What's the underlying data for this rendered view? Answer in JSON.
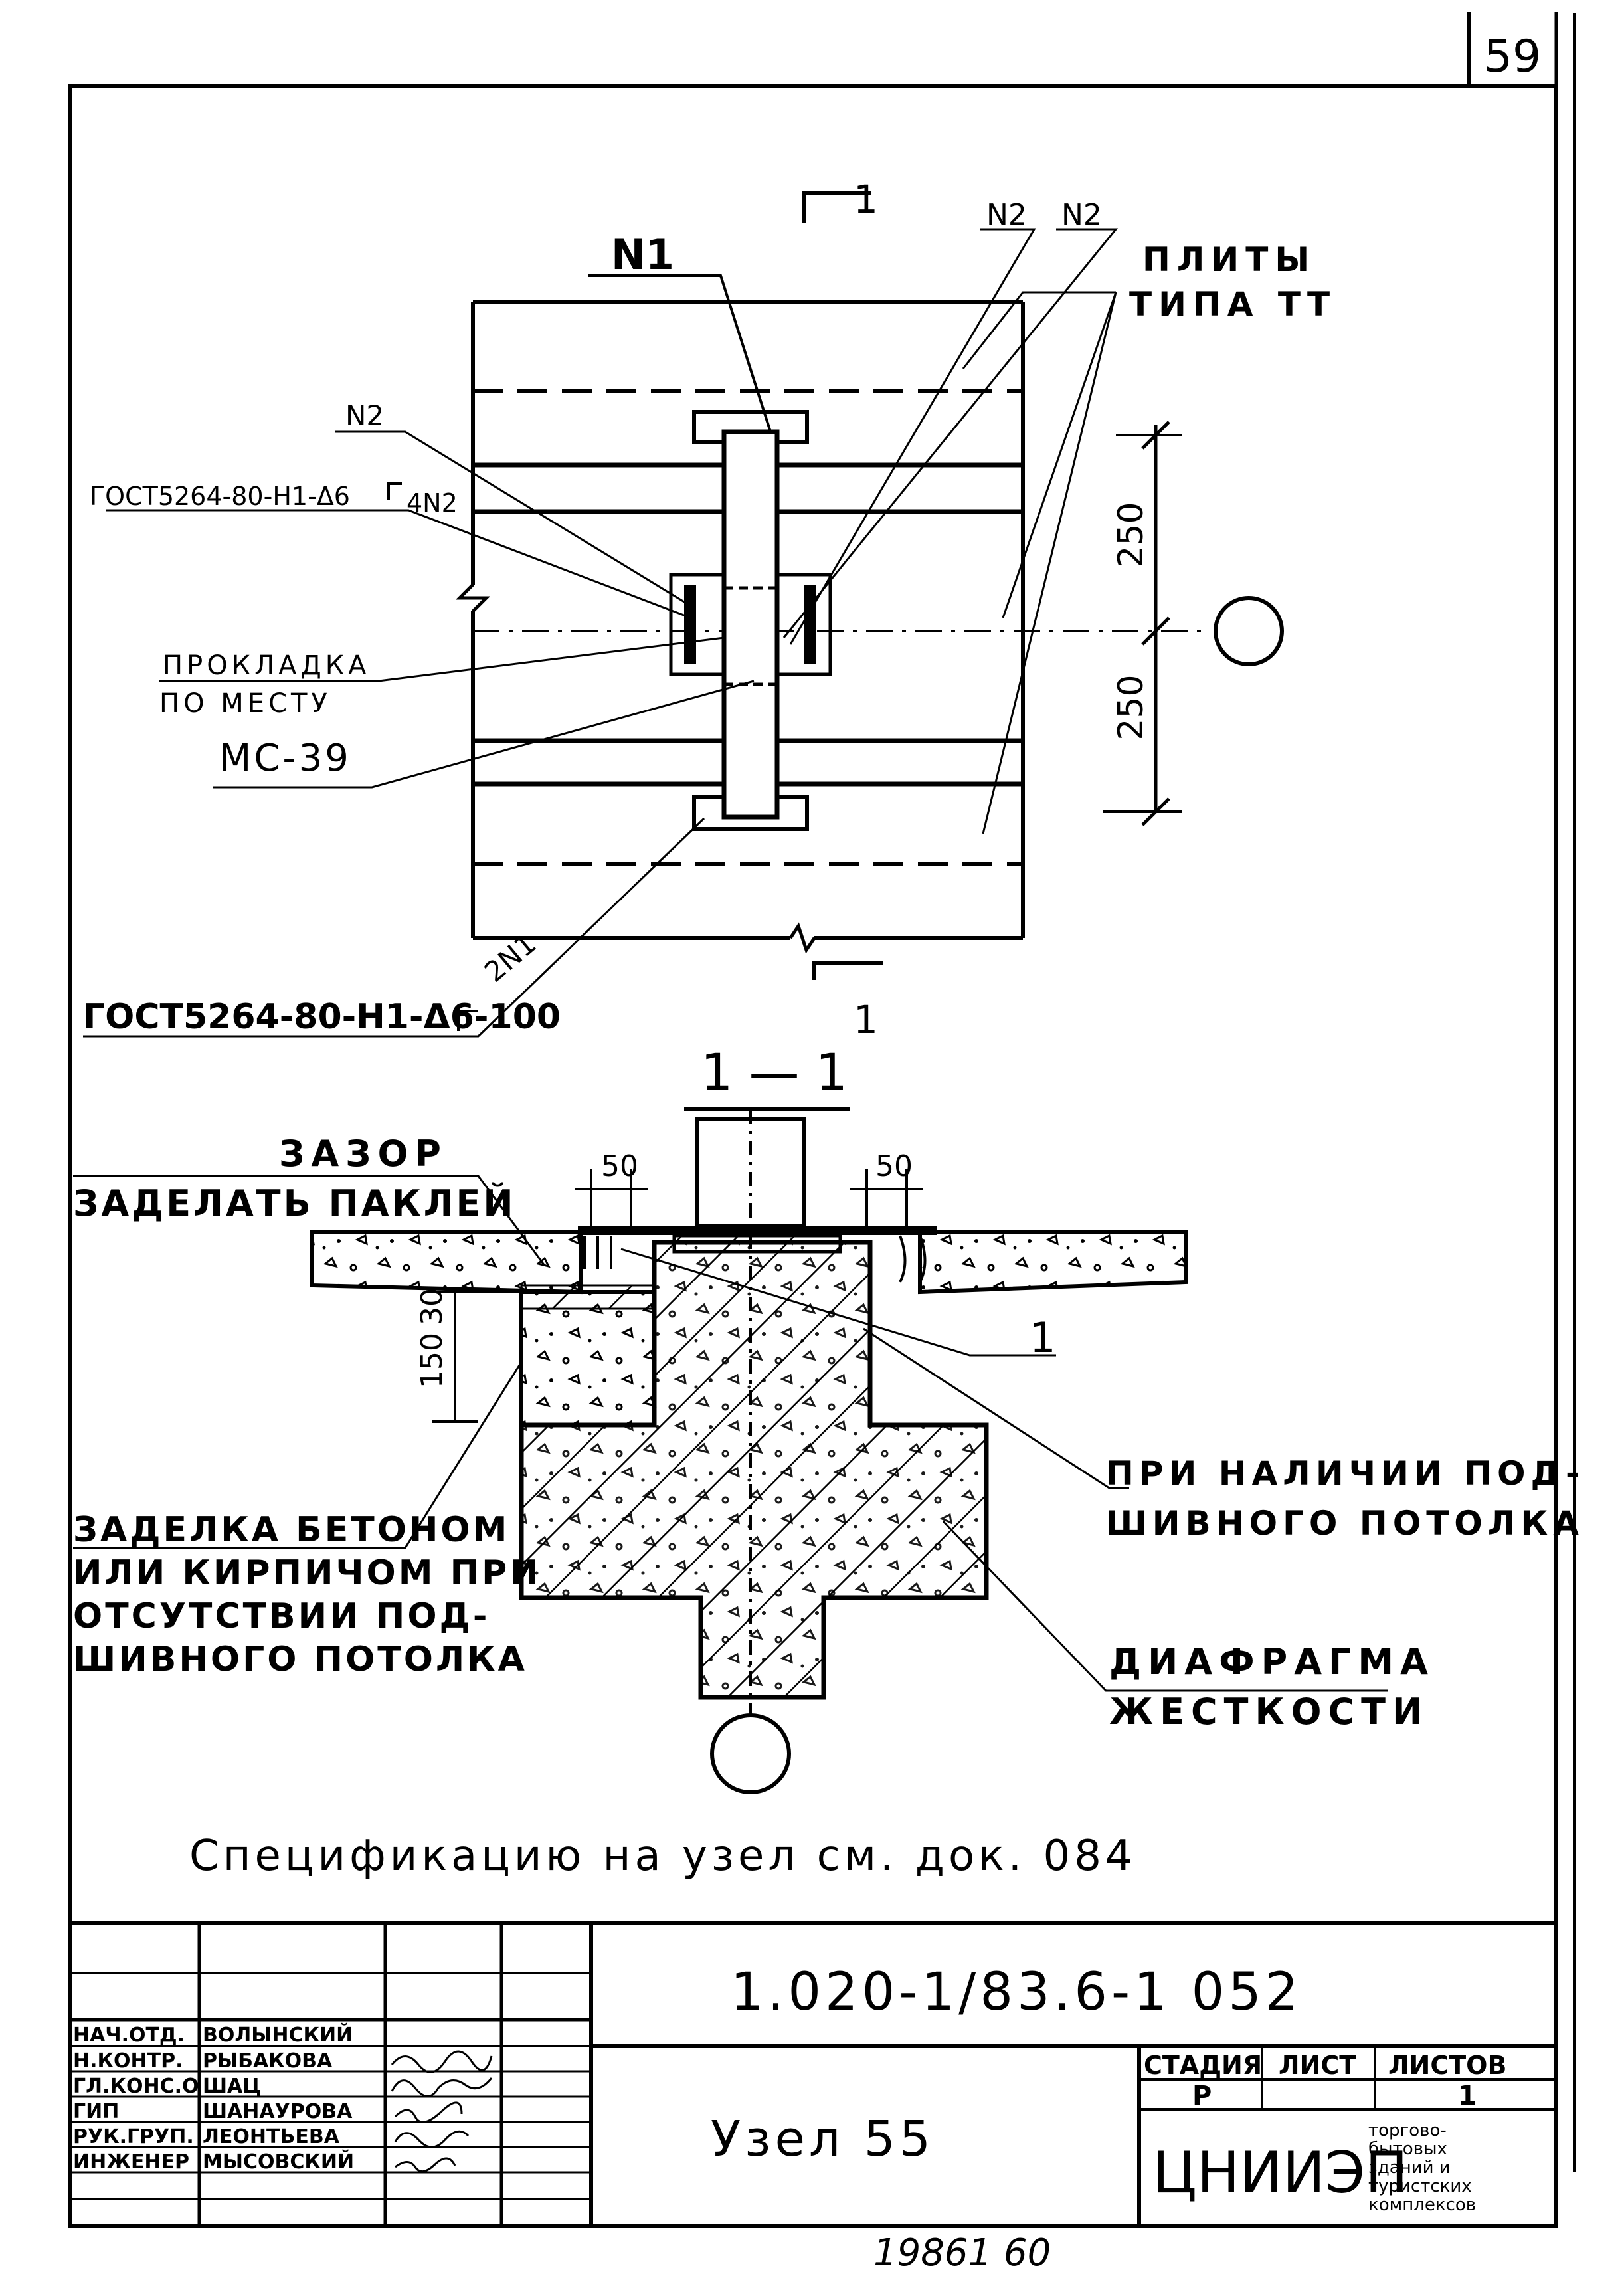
{
  "sheet": {
    "page_number": "59",
    "footer_number": "19861   60"
  },
  "plan": {
    "label_n1": "N1",
    "label_n2_a": "N2",
    "label_n2_b": "N2",
    "label_n2_left": "N2",
    "label_slabs_1": "ПЛИТЫ",
    "label_slabs_2": "ТИПА ТТ",
    "label_gost_top": "ГОСТ5264-80-Н1-Δ6",
    "label_gost_top_tag": "4N2",
    "label_pad_1": "ПРОКЛАДКА",
    "label_pad_2": "ПО МЕСТУ",
    "label_mc": "МС-39",
    "label_gost_bottom": "ГОСТ5264-80-Н1-Δ6-100",
    "label_gost_bottom_tag": "2N1",
    "section_mark_top": "1",
    "section_mark_bottom": "1",
    "dim_upper": "250",
    "dim_lower": "250"
  },
  "section": {
    "title": "1 — 1",
    "label_gap_1": "ЗАЗОР",
    "label_gap_2": "ЗАДЕЛАТЬ ПАКЛЕЙ",
    "dim_left_50": "50",
    "dim_right_50": "50",
    "dim_150": "150",
    "dim_30": "30",
    "callout_1": "1",
    "label_ceiling_1": "ПРИ НАЛИЧИИ ПОД-",
    "label_ceiling_2": "ШИВНОГО ПОТОЛКА",
    "label_fill_1": "ЗАДЕЛКА БЕТОНОМ",
    "label_fill_2": "ИЛИ КИРПИЧОМ ПРИ",
    "label_fill_3": "ОТСУТСТВИИ ПОД-",
    "label_fill_4": "ШИВНОГО ПОТОЛКА",
    "label_diaphragm_1": "ДИАФРАГМА",
    "label_diaphragm_2": "ЖЕСТКОСТИ"
  },
  "spec_note": "Спецификацию на узел см. док. 084",
  "title_block": {
    "doc_code": "1.020-1/83.6-1  052",
    "node_title": "Узел 55",
    "stage_header": "СТАДИЯ",
    "sheet_header": "ЛИСТ",
    "sheets_header": "ЛИСТОВ",
    "stage_value": "Р",
    "sheet_value": "",
    "sheets_value": "1",
    "org": "ЦНИИЭП",
    "org_detail_1": "торгово-",
    "org_detail_2": "бытовых",
    "org_detail_3": "зданий и",
    "org_detail_4": "туристских",
    "org_detail_5": "комплексов",
    "staff": [
      {
        "role": "НАЧ.ОТД.",
        "name": "ВОЛЫНСКИЙ"
      },
      {
        "role": "Н.КОНТР.",
        "name": "РЫБАКОВА"
      },
      {
        "role": "ГЛ.КОНС.О",
        "name": "ШАЦ"
      },
      {
        "role": "ГИП",
        "name": "ШАНАУРОВА"
      },
      {
        "role": "РУК.ГРУП.",
        "name": "ЛЕОНТЬЕВА"
      },
      {
        "role": "ИНЖЕНЕР",
        "name": "МЫСОВСКИЙ"
      }
    ]
  }
}
